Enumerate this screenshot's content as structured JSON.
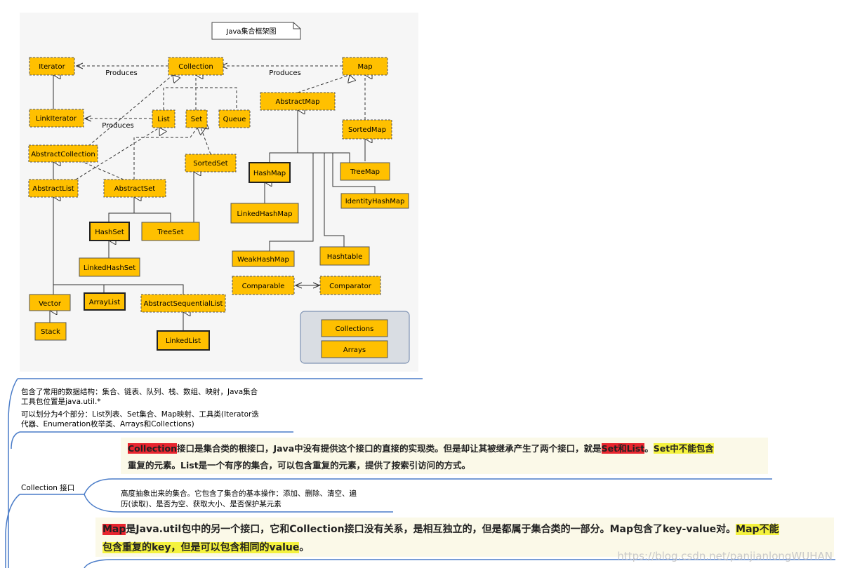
{
  "diagram": {
    "title": "Java集合框架图",
    "nodes": {
      "iterator": "Iterator",
      "collection": "Collection",
      "map": "Map",
      "abstract_map": "AbstractMap",
      "list_iterator": "LinkIterator",
      "list": "List",
      "set": "Set",
      "queue": "Queue",
      "sorted_map": "SortedMap",
      "abstract_collection": "AbstractCollection",
      "sorted_set": "SortedSet",
      "hash_map": "HashMap",
      "tree_map": "TreeMap",
      "abstract_list": "AbstractList",
      "abstract_set": "AbstractSet",
      "identity_hash_map": "IdentityHashMap",
      "linked_hash_map": "LinkedHashMap",
      "hash_set": "HashSet",
      "tree_set": "TreeSet",
      "weak_hash_map": "WeakHashMap",
      "hashtable": "Hashtable",
      "linked_hash_set": "LinkedHashSet",
      "comparable": "Comparable",
      "comparator": "Comparator",
      "vector": "Vector",
      "array_list": "ArrayList",
      "abstract_sequential_list": "AbstractSequentialList",
      "collections": "Collections",
      "stack": "Stack",
      "linked_list": "LinkedList",
      "arrays": "Arrays"
    },
    "edge_labels": {
      "produces_left": "Produces",
      "produces_right": "Produces",
      "produces_list": "Produces"
    },
    "colors": {
      "box_fill": "#ffc000",
      "panel": "#f6f6f6",
      "legend_fill": "#d9dde3",
      "legend_border": "#7f93b3"
    }
  },
  "mindmap": {
    "overview_line1": "包含了常用的数据结构：集合、链表、队列、栈、数组、映射，Java集合",
    "overview_line2": "工具包位置是java.util.*",
    "overview_line3": "可以划分为4个部分：List列表、Set集合、Map映射、工具类(Iterator迭",
    "overview_line4": "代器、Enumeration枚举类、Arrays和Collections)",
    "collection_label": "Collection 接口",
    "collection_note": {
      "part1": "Collection",
      "part2": "接口是集合类的根接口，Java中没有提供这个接口的直接的实现类。但是却让其被继承产生了两个接口，就是",
      "part3": "Set和List",
      "part4": "。",
      "part5": "Set中不能包含",
      "part6": "重复的元素。List是一个有序的集合，可以包含重复的元素，提供了按索引访问的方式。"
    },
    "collection_desc_line1": "高度抽象出来的集合。它包含了集合的基本操作：添加、删除、清空、遍",
    "collection_desc_line2": "历(读取)、是否为空、获取大小、是否保护某元素",
    "map_note": {
      "part1": "Map",
      "part2": "是Java.util包中的另一个接口，它和Collection接口没有关系，是相互独立的，但是都属于集合类的一部分。Map包含了key-value对。",
      "part3": "Map不能",
      "part4": "包含重复的key，但是可以包含相同的value",
      "part5": "。"
    },
    "line_color": "#4a7cc8"
  },
  "watermark": "https://blog.csdn.net/panjianlongWUHAN"
}
